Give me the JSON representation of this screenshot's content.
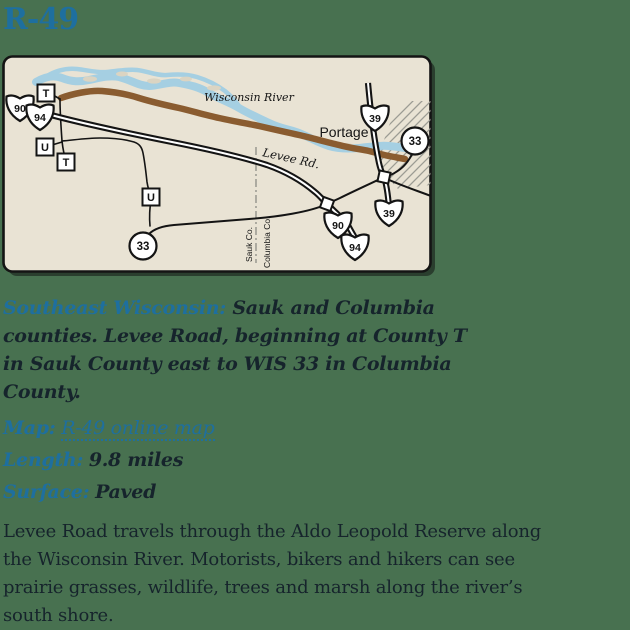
{
  "page": {
    "title": "R-49"
  },
  "map": {
    "city": "Portage",
    "river_label": "Wisconsin River",
    "road_label": "Levee Rd.",
    "county_line_left": "Sauk Co.",
    "county_line_right": "Columbia Co.",
    "shield_90": "90",
    "shield_94": "94",
    "shield_39": "39",
    "route_33": "33",
    "county_t": "T",
    "county_u": "U"
  },
  "info": {
    "region_label": "Southeast Wisconsin:",
    "region_text": "Sauk and Columbia counties. Levee Road, beginning at County T in Sauk County east to WIS 33 in Columbia County.",
    "map_label": "Map:",
    "map_link": "R-49 online map",
    "length_label": "Length:",
    "length_value": "9.8 miles",
    "surface_label": "Surface:",
    "surface_value": "Paved",
    "description": "Levee Road travels through the Aldo Leopold Reserve along the Wisconsin River. Motorists, bikers and hikers can see prairie grasses, wildlife, trees and marsh along the river’s south shore."
  },
  "colors": {
    "background": "#487150",
    "accent_blue": "#1e6f9f",
    "map_background": "#e9e3d4",
    "river_blue": "#a5cfe2",
    "levee_brown": "#8a5c30"
  }
}
